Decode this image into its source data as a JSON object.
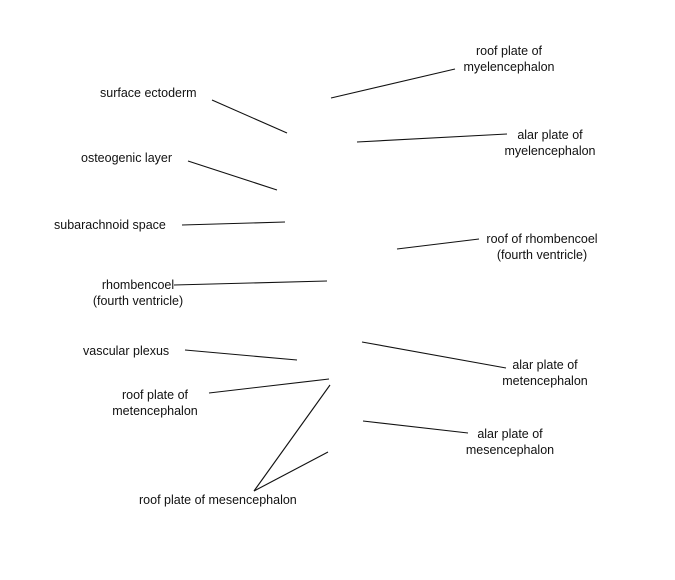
{
  "diagram": {
    "labels": {
      "surface_ectoderm": [
        "surface ectoderm"
      ],
      "osteogenic_layer": [
        "osteogenic layer"
      ],
      "subarachnoid_space": [
        "subarachnoid space"
      ],
      "rhombencoel": [
        "rhombencoel",
        "(fourth ventricle)"
      ],
      "vascular_plexus": [
        "vascular plexus"
      ],
      "roof_plate_metencephalon": [
        "roof plate of",
        "metencephalon"
      ],
      "roof_plate_mesencephalon": [
        "roof plate of mesencephalon"
      ],
      "roof_plate_myelencephalon": [
        "roof plate of",
        "myelencephalon"
      ],
      "alar_plate_myelencephalon": [
        "alar plate of",
        "myelencephalon"
      ],
      "roof_rhombencoel": [
        "roof of rhombencoel",
        "(fourth ventricle)"
      ],
      "alar_plate_metencephalon": [
        "alar plate of",
        "metencephalon"
      ],
      "alar_plate_mesencephalon": [
        "alar plate of",
        "mesencephalon"
      ]
    }
  }
}
